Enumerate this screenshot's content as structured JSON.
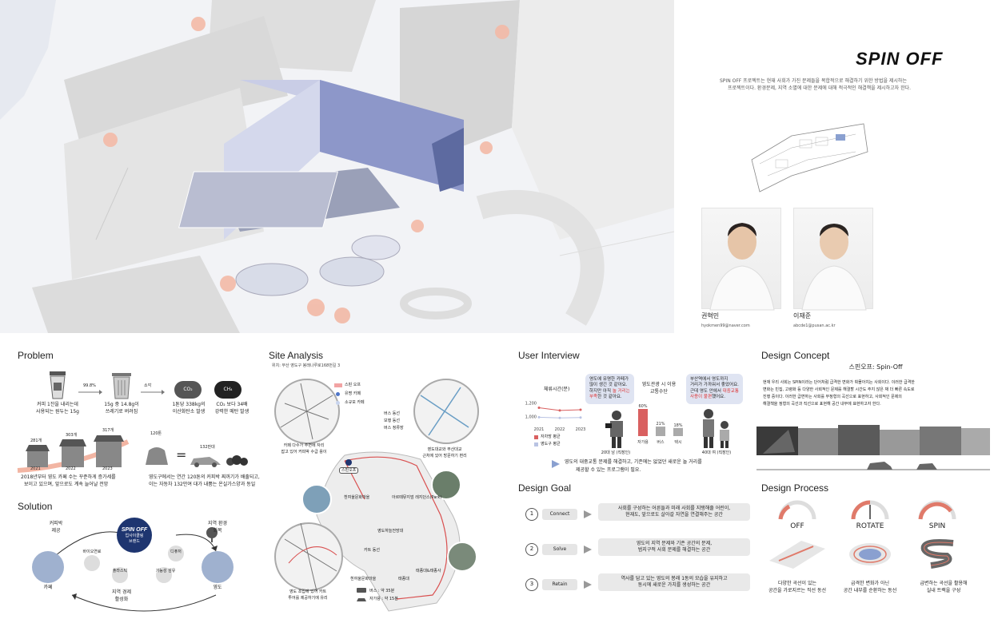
{
  "header": {
    "logo": "SPIN OFF",
    "intro_line1": "SPIN OFF 프로젝트는 현재 사회가 가진 문제들을 복합적으로 해결하기 위한 방법을 제시하는",
    "intro_line2": "프로젝트이다. 환경문제, 지역 소멸에 대한 문제에 대해 적극적인 해결책을 제시하고자 한다."
  },
  "members": [
    {
      "name": "권혁민",
      "email": "hyokmen99@naver.com"
    },
    {
      "name": "이재준",
      "email": "abcde1@pusan.ac.kr"
    }
  ],
  "problem": {
    "title": "Problem",
    "cup_text1": "커피 1잔을 내리는데",
    "cup_text2": "사용되는 원두는 15g",
    "pct": "99.8%",
    "bin_text1": "15g 중 14.8g이",
    "bin_text2": "쓰레기로 버려짐",
    "burn": "소각",
    "co2": "CO₂",
    "ch4": "CH₄",
    "co2_text1": "1톤당 338kg의",
    "co2_text2": "이산화탄소 발생",
    "ch4_text1": "CO₂ 보다 34배",
    "ch4_text2": "강력한 메탄 발생",
    "cafe_2021": "281개",
    "cafe_2022": "303개",
    "cafe_2023": "317개",
    "year_2021": "2021",
    "year_2022": "2022",
    "year_2023": "2023",
    "ton": "120톤",
    "eq": "=",
    "cars": "132만대",
    "cafe_text1": "2018년부터 영도 카페 수는 꾸준하게 증가세를",
    "cafe_text2": "보이고 있으며, 앞으로도 계속 늘어날 전망",
    "waste_text1": "영도구에서는 연간 120톤의 커피박 찌꺼기가 배출되고,",
    "waste_text2": "이는 자동차 132만여 대가 내뿜는 온실가스양과 동일"
  },
  "solution": {
    "title": "Solution",
    "center_logo": "SPIN OFF",
    "center_sub1": "업사이클링",
    "center_sub2": "브랜드",
    "left_top1": "커피박",
    "left_top2": "제공",
    "right_top1": "지역 환경",
    "right_top2": "회복",
    "bottom1": "지역 경제",
    "bottom2": "활성화",
    "cafe": "카페",
    "yeongdo": "영도",
    "items": [
      "바이오연료",
      "플라스틱",
      "기능성 섬유",
      "디퓨저"
    ]
  },
  "site": {
    "title": "Site Analysis",
    "location": "위치: 부산 영도구 봉래나루로168번길 3",
    "legend": [
      "스핀 오프",
      "유명 카페",
      "소규모 카페",
      "버스 동선",
      "보행 동선",
      "버스 정류장",
      "카트 동선"
    ],
    "spin_label": "스핀오프",
    "places": [
      "흰여울문화마을",
      "아르떼뮤지엄 레지던스(Park)",
      "영도하늘전망대",
      "태종대&태종사",
      "흰여울문화마을",
      "태종대"
    ],
    "note_tl1": "카페 다수가 주변에 자리",
    "note_tl2": "잡고 있어 커피박 수급 용이",
    "note_tr1": "영도대교와 부산대교",
    "note_tr2": "근처에 있어 방문하기 편리",
    "note_bl1": "영도 초입에 있어 카트",
    "note_bl2": "투어를 제공하기에 유리",
    "bus": "버스 : 약 35분",
    "car": "자가용 : 약 15분"
  },
  "interview": {
    "title": "User Interview",
    "chart_title": "체류시간(분)",
    "legend_car": "자차방 평균",
    "legend_all": "영도구 평균",
    "bubble1_l1": "영도에 유명한 카페가",
    "bubble1_l2": "많이 생긴 것 같아요.",
    "bubble1_l3a": "하지만 아직 ",
    "bubble1_l3b": "놀 거리는",
    "bubble1_l4a": "부족",
    "bubble1_l4b": "한 것 같아요.",
    "bubble2_l1": "부산역에서 영도까지",
    "bubble2_l2": "거리가 가까워서 좋았어요.",
    "bubble2_l3a": "근데 영도 안에서 ",
    "bubble2_l3b": "대중교통",
    "bubble2_l4a": "사용이 불편",
    "bubble2_l4b": "했어요.",
    "trans_title1": "영도관광 시 이용",
    "trans_title2": "교통수단",
    "person1": "20대 남 (직장인)",
    "person2": "40대 여 (직장인)",
    "summary1": "영도의 대중교통 문제를 해결하고, 기존에는 없었던 새로운 놀 거리를",
    "summary2": "제공할 수 있는 프로그램이 필요."
  },
  "design_goal": {
    "title": "Design Goal",
    "items": [
      {
        "num": "1",
        "tag": "Connect",
        "line1": "사회를 구성하는 어른들과 미래 사회를 지탱해줄 어린이,",
        "line2": "현재도, 앞으로도 살아갈 자연을 연결해주는 공간"
      },
      {
        "num": "2",
        "tag": "Solve",
        "line1": "영도의 지역 문제와 기존 공간의 문제,",
        "line2": "범지구적 사회 문제를 해결하는 공간"
      },
      {
        "num": "3",
        "tag": "Retain",
        "line1": "역사를 담고 있는 영도의 봉래 1동의 모습을 유지하고",
        "line2": "동시에 새로운 가치를 생성하는 공간"
      }
    ]
  },
  "design_concept": {
    "title": "Design Concept",
    "subtitle": "스핀오프: Spin-Off",
    "body": [
      "현재 우리 사회는 SPIN이라는 단어처럼 급격한 변화가 휘몰아치는 사회이다. 이러한 급격한",
      "변화는 빈집, 고령화 등 다양한 사회적인 문제를 해결할 시간도 주지 않은 채 더 빠른 속도로",
      "진행 중이다. 이러한 급변하는 사회를 부정형의 곡선으로 표현하고, 사회적인 문제의",
      "해결책을 정형의 곡선과 직선으로 표현해 공간 내부에 표현하고자 한다."
    ]
  },
  "design_process": {
    "title": "Design Process",
    "steps": [
      {
        "label": "OFF",
        "d1": "다양한 곡선이 있는",
        "d2": "공간을 가로지르는 직선 동선"
      },
      {
        "label": "ROTATE",
        "d1": "급격한 변화가 아닌",
        "d2": "공간 내부를 순환하는 동선"
      },
      {
        "label": "SPIN",
        "d1": "급변하는 곡선을 활용해",
        "d2": "실내 트랙을 구성"
      }
    ]
  },
  "chart_data": [
    {
      "type": "line",
      "title": "체류시간(분)",
      "x": [
        "2021",
        "2022",
        "2023"
      ],
      "ylim": [
        900,
        1300
      ],
      "yticks": [
        "1,200",
        "1,000"
      ],
      "series": [
        {
          "name": "자차방 평균",
          "values": [
            1130,
            1090,
            1100
          ]
        },
        {
          "name": "영도구 평균",
          "values": [
            990,
            980,
            985
          ]
        }
      ]
    },
    {
      "type": "bar",
      "title": "영도관광 시 이용 교통수단",
      "categories": [
        "자가용",
        "버스",
        "택시"
      ],
      "values": [
        60,
        21,
        18
      ],
      "labels": [
        "60%",
        "21%",
        "18%"
      ]
    }
  ],
  "colors": {
    "accent_blue": "#7a8fc9",
    "accent_red": "#e07a6a",
    "salmon": "#f0b8a0",
    "navy": "#2a3a6a"
  }
}
